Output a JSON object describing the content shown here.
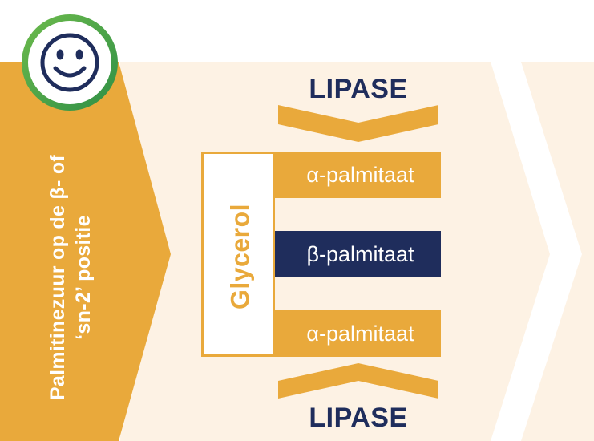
{
  "side_label": {
    "line1": "Palmitinezuur op de β- of",
    "line2": "‘sn-2’ positie"
  },
  "badge": {
    "icon": "smiley-face-icon"
  },
  "lipase": {
    "top": "LIPASE",
    "bottom": "LIPASE"
  },
  "glycerol": "Glycerol",
  "bars": {
    "top": "α-palmitaat",
    "middle": "β-palmitaat",
    "bottom": "α-palmitaat"
  },
  "colors": {
    "orange": "#e9a93b",
    "navy": "#1f2d5c",
    "cream": "#fdf2e4",
    "green": "#4ca24a"
  }
}
